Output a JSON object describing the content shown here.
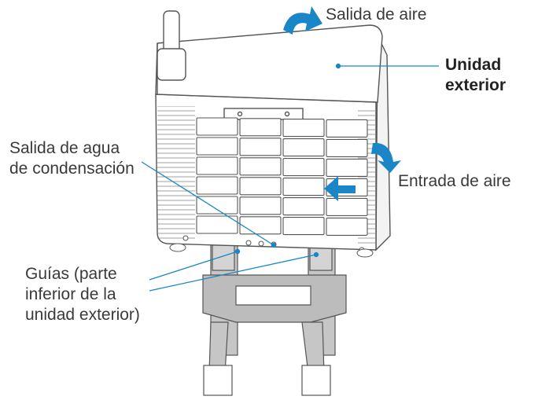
{
  "labels": {
    "air_outlet": "Salida de aire",
    "outdoor_unit": [
      "Unidad",
      "exterior"
    ],
    "condensate_outlet": [
      "Salida de agua",
      "de condensación"
    ],
    "air_inlet": "Entrada de aire",
    "guides": [
      "Guías (parte",
      "inferior de la",
      "unidad exterior)"
    ]
  },
  "colors": {
    "leader_line": "#1a86c8",
    "arrow": "#1a86c8",
    "outline": "#5a5a5a",
    "stand_fill": "#c8c8c8"
  }
}
